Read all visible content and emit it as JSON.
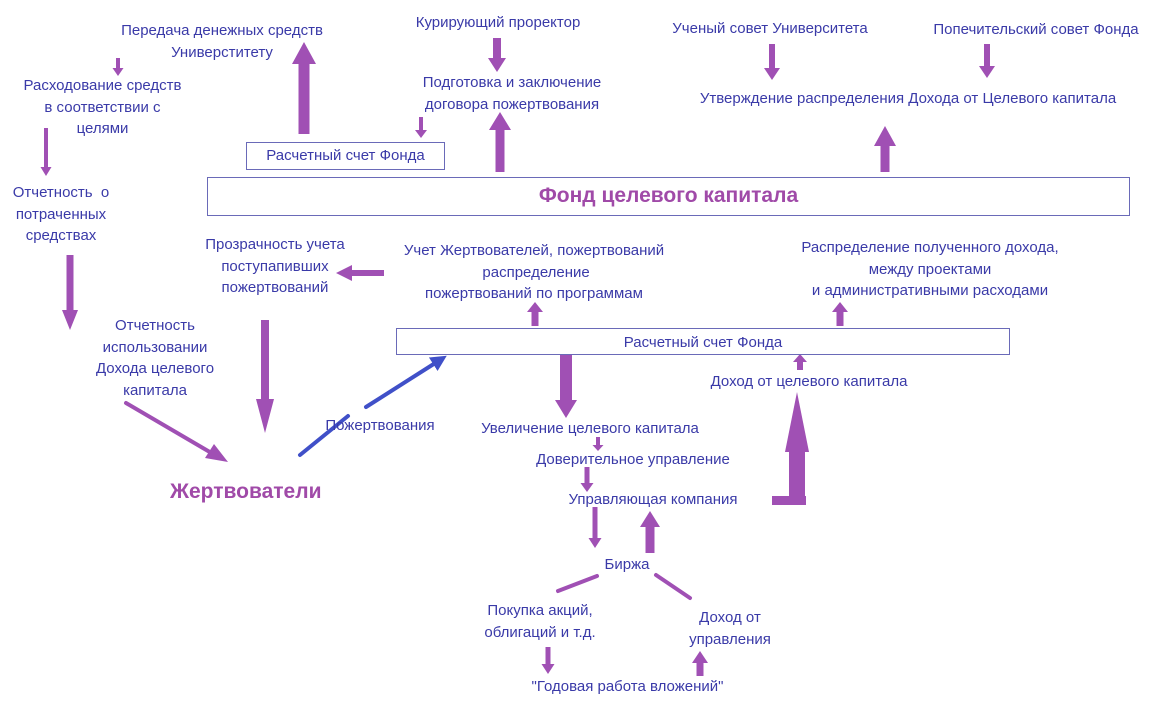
{
  "colors": {
    "text": "#3a3aa8",
    "accent": "#a04aa8",
    "arrow_purple": "#a050b4",
    "arrow_blue": "#4050c8"
  },
  "top": {
    "transfer": "Передача денежных средств\nУниверститету",
    "prorector": "Курирующий проректор",
    "contract": "Подготовка и заключение\nдоговора пожертвования",
    "academic_council": "Ученый совет Университета",
    "trustees": "Попечительский совет Фонда",
    "approval": "Утверждение распределения Дохода от Целевого капитала"
  },
  "left": {
    "spending": "Расходование средств\nв соответствии с\nцелями",
    "spent_report": "Отчетность  о\nпотраченных\nсредствах",
    "usage_report": "Отчетность\nиспользовании\nДохода целевого\nкапитала"
  },
  "boxes": {
    "settlement_top": "Расчетный счет Фонда",
    "fund": "Фонд целевого капитала",
    "settlement_mid": "Расчетный счет Фонда"
  },
  "middle": {
    "transparency": "Прозрачность учета\nпоступапивших\nпожертвований",
    "accounting": "Учет Жертвователей, пожертвований\n распределение\nпожертвований по программам",
    "distribution": "Распределение полученного дохода,\nмежду проектами\nи административными расходами",
    "income": "Доход от целевого капитала",
    "donations": "Пожертвования",
    "donors": "Жертвователи"
  },
  "bottom": {
    "increase": "Увеличение целевого капитала",
    "trust": "Доверительное управление",
    "company": "Управляющая компания",
    "exchange": "Биржа",
    "purchase": "Покупка акций,\nоблигаций и т.д.",
    "mgmt_income": "Доход от\nуправления",
    "annual": "\"Годовая работа вложений\""
  }
}
